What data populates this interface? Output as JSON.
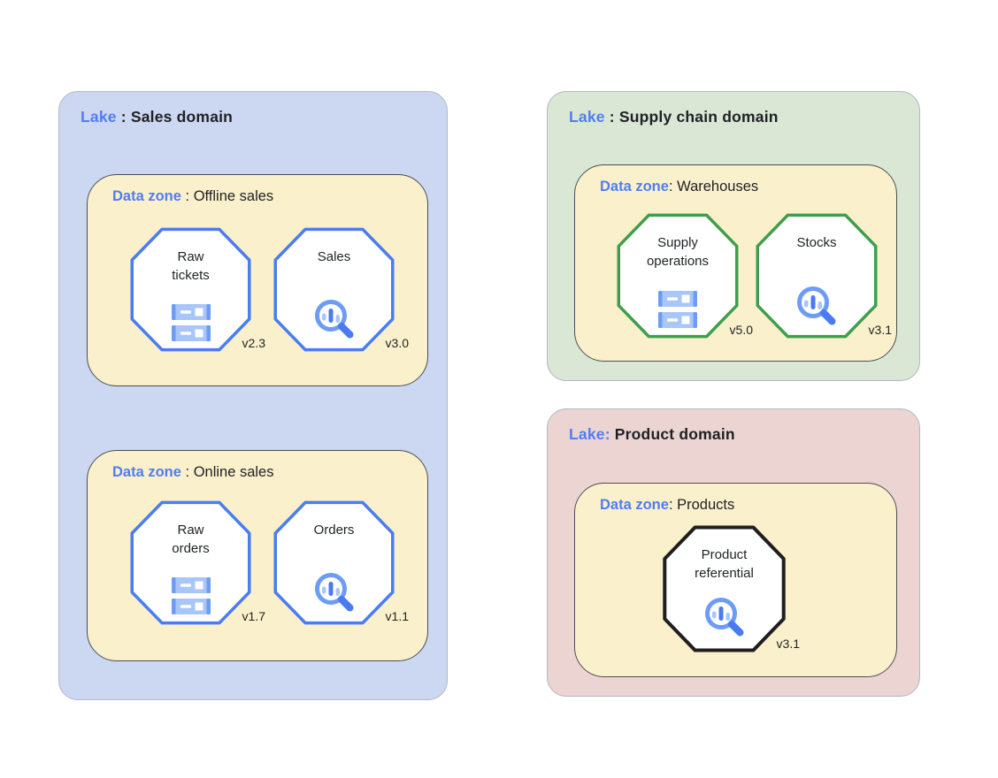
{
  "colors": {
    "page-bg": "#ffffff",
    "text": "#1f2125",
    "accent-blue": "#527df1",
    "lake-border": "#b2b8c3",
    "lake-blue-bg": "#ccd7f2",
    "lake-green-bg": "#d9e7d4",
    "lake-pink-bg": "#ecd4d2",
    "zone-bg": "#faf0cb",
    "zone-border": "#4a4e54",
    "node-fill": "#ffffff",
    "node-blue": "#4a7df2",
    "node-green": "#3f9e4e",
    "node-black": "#1f1f1f",
    "icon-light": "#a9c6f9",
    "icon-mid": "#6d9cf6",
    "icon-dark": "#4b7bf0"
  },
  "lakes": [
    {
      "title_accent": "Lake",
      "title_rest": " : Sales domain",
      "zones": [
        {
          "title_accent": "Data zone",
          "title_rest": " : Offline sales",
          "nodes": [
            {
              "name": "Raw\ntickets",
              "icon": "storage-icon",
              "version": "v2.3"
            },
            {
              "name": "Sales",
              "icon": "search-icon",
              "version": "v3.0"
            }
          ]
        },
        {
          "title_accent": "Data zone",
          "title_rest": " : Online sales",
          "nodes": [
            {
              "name": "Raw\norders",
              "icon": "storage-icon",
              "version": "v1.7"
            },
            {
              "name": "Orders",
              "icon": "search-icon",
              "version": "v1.1"
            }
          ]
        }
      ]
    },
    {
      "title_accent": "Lake",
      "title_rest": " : Supply chain domain",
      "zones": [
        {
          "title_accent": "Data zone",
          "title_rest": ": Warehouses",
          "nodes": [
            {
              "name": "Supply\noperations",
              "icon": "storage-icon",
              "version": "v5.0"
            },
            {
              "name": "Stocks",
              "icon": "search-icon",
              "version": "v3.1"
            }
          ]
        }
      ]
    },
    {
      "title_accent": "Lake:",
      "title_rest": " Product domain",
      "zones": [
        {
          "title_accent": "Data zone",
          "title_rest": ": Products",
          "nodes": [
            {
              "name": "Product\nreferential",
              "icon": "search-icon",
              "version": "v3.1"
            }
          ]
        }
      ]
    }
  ]
}
